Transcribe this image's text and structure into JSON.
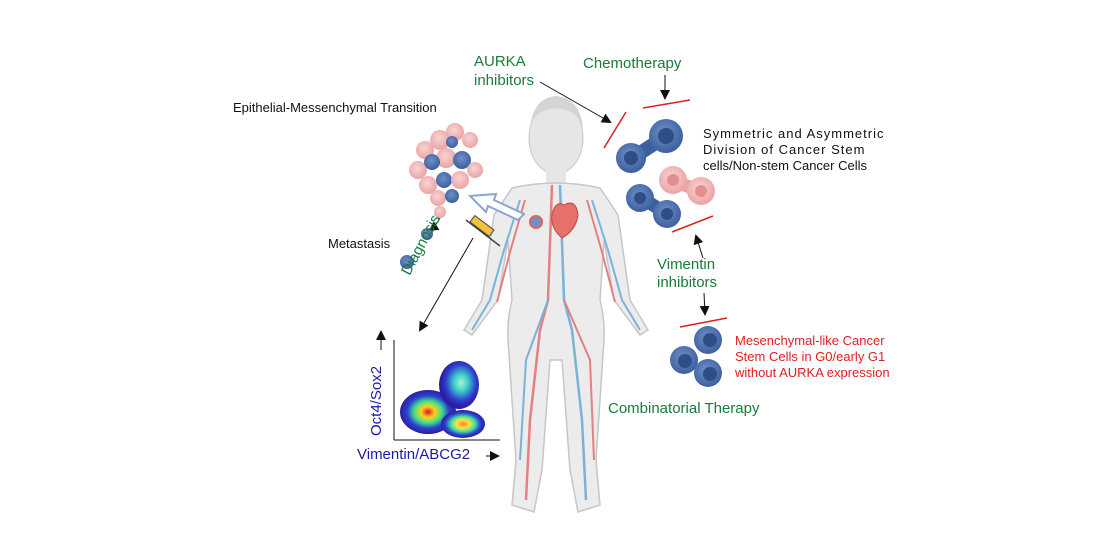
{
  "labels": {
    "emt": "Epithelial-Messenchymal Transition",
    "metastasis": "Metastasis",
    "diagnosis": "Diagnosis",
    "aurka_line1": "AURKA",
    "aurka_line2": "inhibitors",
    "chemotherapy": "Chemotherapy",
    "division_line1": "Symmetric and Asymmetric",
    "division_line2": "Division of  Cancer Stem",
    "division_line3": "cells/Non-stem Cancer Cells",
    "vimentin_line1": "Vimentin",
    "vimentin_line2": "inhibitors",
    "mesen_line1": "Mesenchymal-like Cancer",
    "mesen_line2": "Stem Cells in G0/early G1",
    "mesen_line3": "without AURKA expression",
    "combinatorial": "Combinatorial Therapy",
    "ylabel": "Oct4/Sox2",
    "xlabel": "Vimentin/ABCG2"
  },
  "colors": {
    "green": "#1a7a3a",
    "red": "#e02020",
    "blue": "#1a1aa8",
    "cell_blue": "#4a6fae",
    "cell_pink": "#f2b5b5"
  }
}
